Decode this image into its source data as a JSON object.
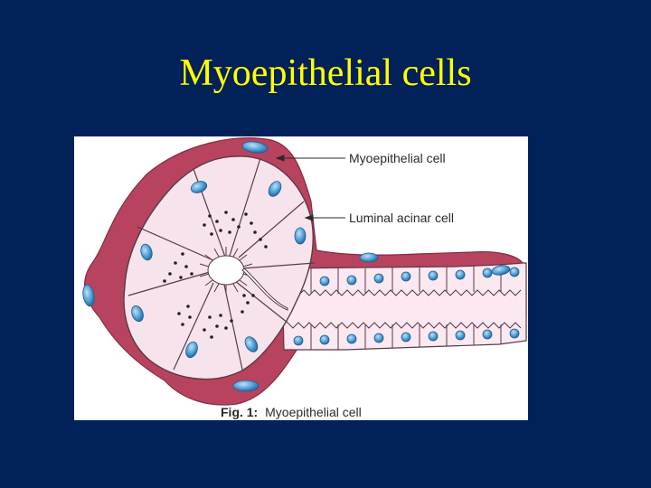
{
  "slide": {
    "title": "Myoepithelial cells",
    "background_color": "#022158",
    "title_color": "#ffff00"
  },
  "figure": {
    "labels": {
      "myoepithelial": "Myoepithelial cell",
      "luminal": "Luminal acinar cell"
    },
    "caption_prefix": "Fig. 1:",
    "caption_text": "Myoepithelial cell",
    "colors": {
      "myoepithelial": "#b8435e",
      "acinar_cell": "#f7e3ec",
      "duct_cell": "#fbe8f0",
      "nucleus": "#4b9bd4",
      "outline": "#5a3a48"
    }
  }
}
